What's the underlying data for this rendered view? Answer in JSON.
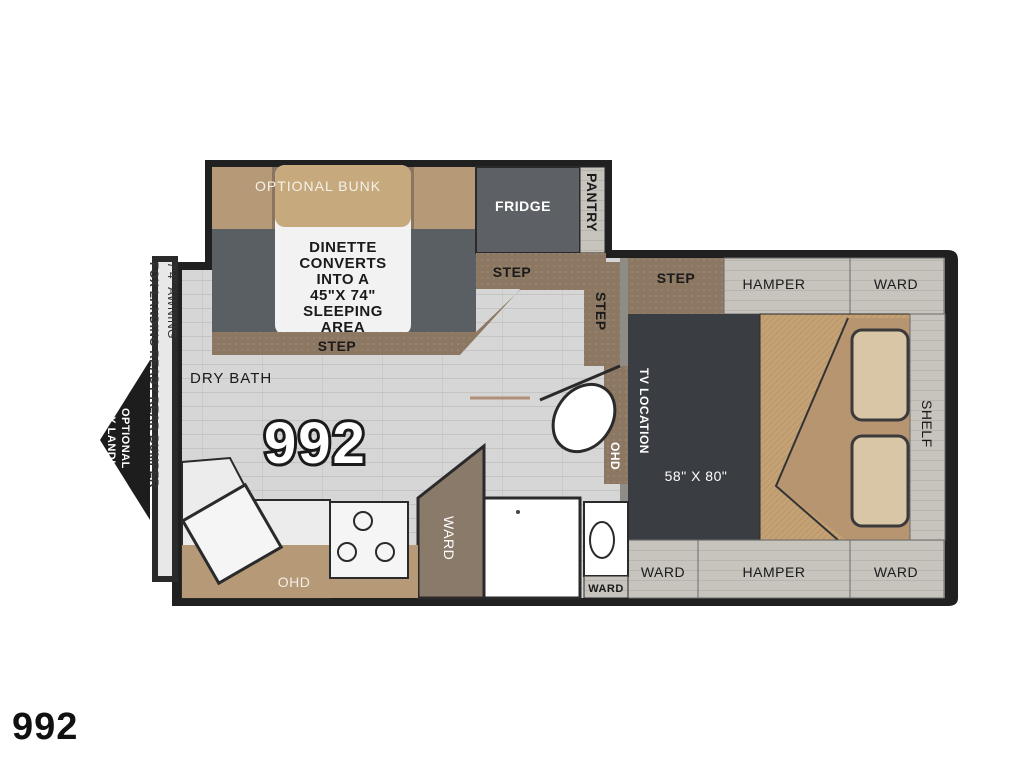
{
  "labels": {
    "optional_bunk": "OPTIONAL BUNK",
    "dinette_line1": "DINETTE",
    "dinette_line2": "CONVERTS",
    "dinette_line3": "INTO A",
    "dinette_line4": "45\"X 74\"",
    "dinette_line5": "SLEEPING",
    "dinette_line6": "AREA",
    "fridge": "FRIDGE",
    "pantry": "PANTRY",
    "step_top": "STEP",
    "step_right": "STEP",
    "step_bed": "STEP",
    "step_dinette": "STEP",
    "hamper_top": "HAMPER",
    "ward_top": "WARD",
    "awning": "7'4\" AWNING",
    "fox_ready": "FOX LANDING READY REAR BUMPER",
    "optional_fox_1": "OPTIONAL",
    "optional_fox_2": "FOX LANDING",
    "dry_bath": "DRY BATH",
    "model_floor": "992",
    "tv_location": "TV LOCATION",
    "ohd_bath": "OHD",
    "bed_size": "58\" X 80\"",
    "shelf": "SHELF",
    "ward_closet": "WARD",
    "ohd_kitchen": "OHD",
    "ward_bath": "WARD",
    "ward_bottom_left": "WARD",
    "hamper_bottom": "HAMPER",
    "ward_bottom_right": "WARD"
  },
  "model_caption": "992",
  "colors": {
    "wall": "#1f1f1f",
    "floor": "#d9d9d9",
    "carpet": "#8a7560",
    "cabinet": "#c9c1b6",
    "tan": "#b69a78",
    "dark_cushion": "#555a5f",
    "bed_cover": "#c9a877",
    "dark_floor": "#3a3d42"
  }
}
